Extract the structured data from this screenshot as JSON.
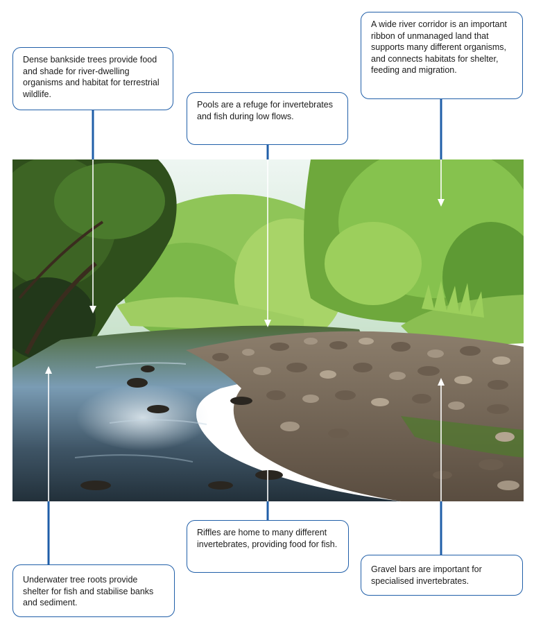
{
  "callouts": {
    "bankside_trees": "Dense bankside trees provide food and shade for river-dwelling organisms and habitat for terrestrial wildlife.",
    "pools": "Pools are a refuge for invertebrates and fish during low flows.",
    "river_corridor": "A wide river corridor is an important ribbon of unmanaged land that supports many different organisms, and connects habitats for shelter, feeding and migration.",
    "riffles": "Riffles are home to many different invertebrates, providing food for fish.",
    "tree_roots": "Underwater tree roots provide shelter for fish and stabilise banks and sediment.",
    "gravel_bars": "Gravel bars are important for specialised invertebrates."
  },
  "colors": {
    "callout_border": "#1f5ea8",
    "connector_line": "#1f5ea8",
    "arrow_in_photo": "#ffffff"
  }
}
